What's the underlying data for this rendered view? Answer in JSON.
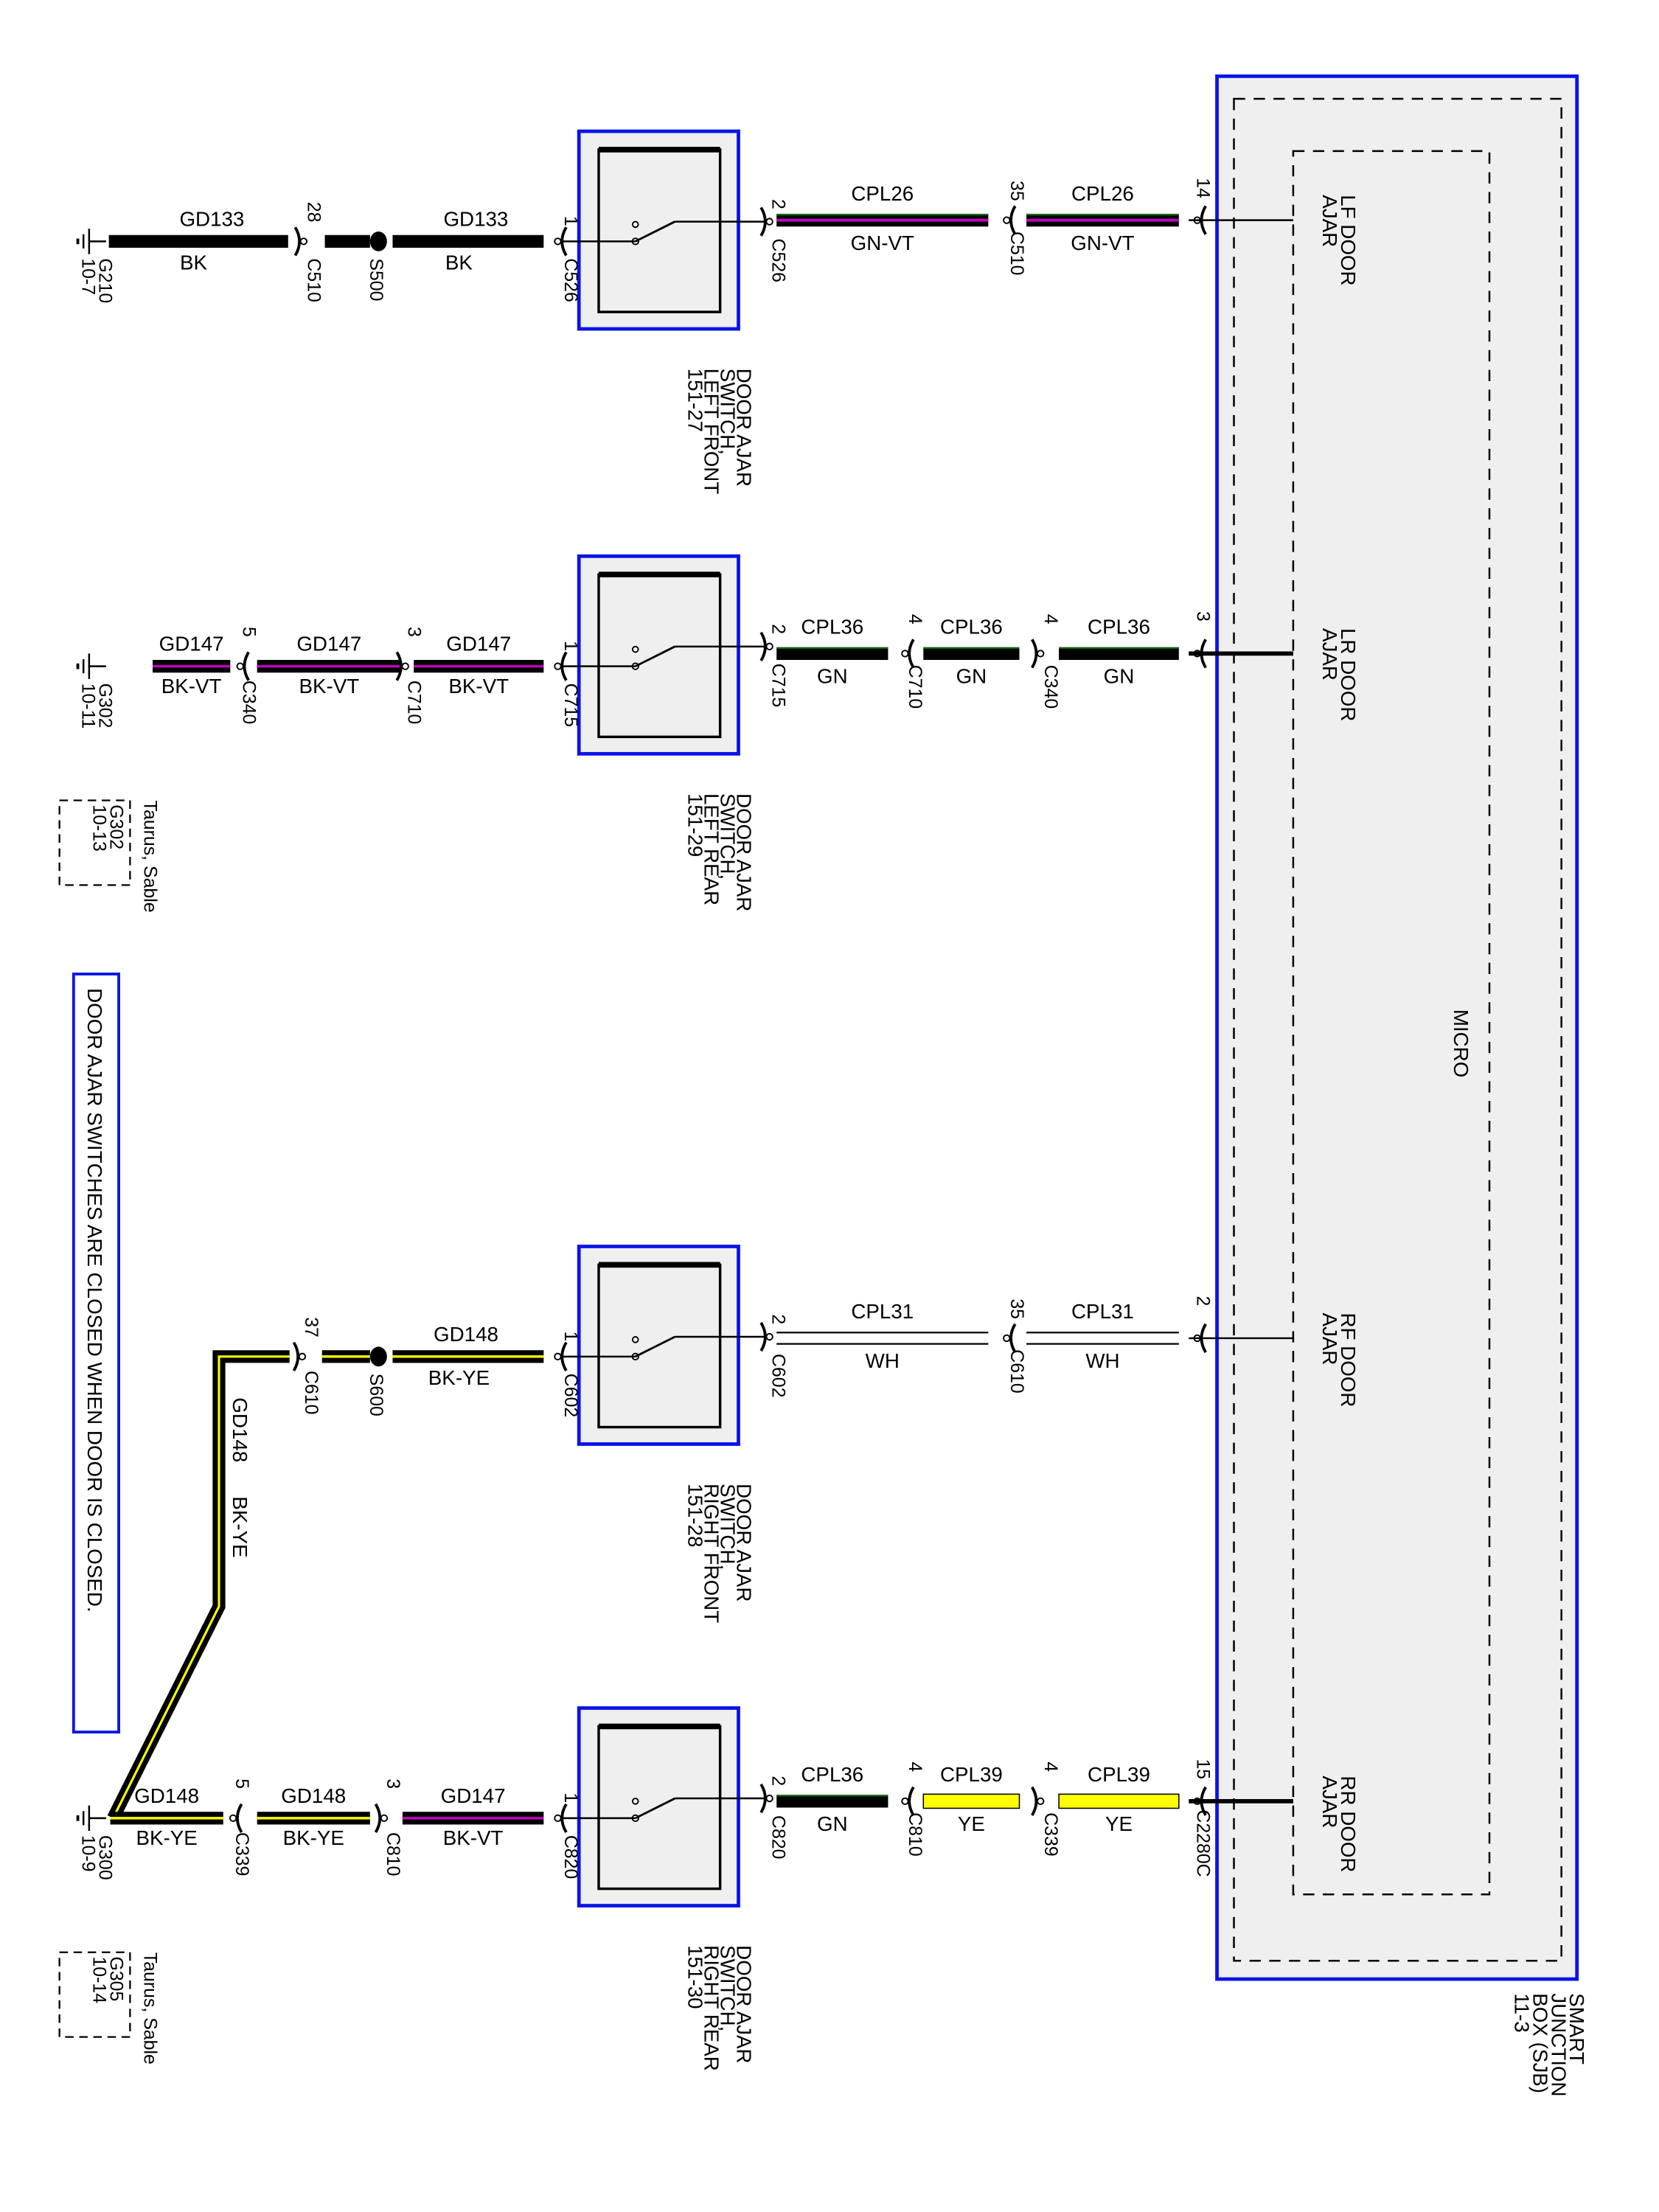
{
  "colors": {
    "module_border": "#0a14e6",
    "module_fill": "#efefef",
    "wire_black": "#000000",
    "violet": "#c000c0",
    "green": "#1a6b1a",
    "yellow": "#ffff00",
    "white": "#ffffff"
  },
  "sjb": {
    "name_lines": [
      "SMART",
      "JUNCTION",
      "BOX (SJB)",
      "11-3"
    ],
    "micro_label": "MICRO",
    "pins": [
      {
        "id": "lf",
        "label_lines": [
          "LF DOOR",
          "AJAR"
        ],
        "pin": "14"
      },
      {
        "id": "lr",
        "label_lines": [
          "LR  DOOR",
          "AJAR"
        ],
        "pin": "3"
      },
      {
        "id": "rf",
        "label_lines": [
          "RF DOOR",
          "AJAR"
        ],
        "pin": "2"
      },
      {
        "id": "rr",
        "label_lines": [
          "RR DOOR",
          "AJAR"
        ],
        "pin": "15"
      }
    ]
  },
  "note": "DOOR AJAR SWITCHES ARE CLOSED WHEN DOOR IS CLOSED.",
  "circuits": [
    {
      "id": "lf",
      "switch": {
        "label_lines": [
          "DOOR AJAR",
          "SWITCH,",
          "LEFT FRONT",
          "151-27"
        ],
        "pin_in": "1",
        "conn_in": "C526",
        "pin_out": "2",
        "conn_out": "C526"
      },
      "ground": {
        "name": "G210",
        "ref": "10-7"
      },
      "left_segments": [
        {
          "circuit": "GD133",
          "color": "BK",
          "stripe": null
        },
        {
          "circuit": "GD133",
          "color": "BK",
          "stripe": null
        }
      ],
      "left_connectors": [
        {
          "pin": "28",
          "name": "C510",
          "dir": "right"
        },
        {
          "splice": "S500"
        }
      ],
      "right_segments": [
        {
          "circuit": "CPL26",
          "color": "GN-VT"
        },
        {
          "circuit": "CPL26",
          "color": "GN-VT"
        }
      ],
      "right_connectors": [
        {
          "pin": "35",
          "name": "C510",
          "dir": "left"
        }
      ]
    },
    {
      "id": "lr",
      "switch": {
        "label_lines": [
          "DOOR AJAR",
          "SWITCH,",
          "LEFT REAR",
          "151-29"
        ],
        "pin_in": "1",
        "conn_in": "C715",
        "pin_out": "2",
        "conn_out": "C715"
      },
      "ground": {
        "name": "G302",
        "ref": "10-11"
      },
      "alt_ground": {
        "note": "Taurus, Sable",
        "name": "G302",
        "ref": "10-13"
      },
      "left_segments": [
        {
          "circuit": "GD147",
          "color": "BK-VT"
        },
        {
          "circuit": "GD147",
          "color": "BK-VT"
        },
        {
          "circuit": "GD147",
          "color": "BK-VT"
        }
      ],
      "left_connectors": [
        {
          "pin": "5",
          "name": "C340",
          "dir": "left"
        },
        {
          "pin": "3",
          "name": "C710",
          "dir": "right"
        }
      ],
      "right_segments": [
        {
          "circuit": "CPL36",
          "color": "GN"
        },
        {
          "circuit": "CPL36",
          "color": "GN"
        },
        {
          "circuit": "CPL36",
          "color": "GN"
        }
      ],
      "right_connectors": [
        {
          "pin": "4",
          "name": "C710",
          "dir": "left"
        },
        {
          "pin": "4",
          "name": "C340",
          "dir": "right"
        }
      ]
    },
    {
      "id": "rf",
      "switch": {
        "label_lines": [
          "DOOR AJAR",
          "SWITCH,",
          "RIGHT FRONT",
          "151-28"
        ],
        "pin_in": "1",
        "conn_in": "C602",
        "pin_out": "2",
        "conn_out": "C602"
      },
      "left_segments": [
        {
          "circuit": "GD148",
          "color": "BK-YE"
        },
        {
          "circuit": "GD148",
          "color": "BK-YE"
        }
      ],
      "left_connectors": [
        {
          "pin": "37",
          "name": "C610",
          "dir": "right"
        },
        {
          "splice": "S600"
        }
      ],
      "riser": {
        "circuit": "GD148",
        "color": "BK-YE"
      },
      "right_segments": [
        {
          "circuit": "CPL31",
          "color": "WH"
        },
        {
          "circuit": "CPL31",
          "color": "WH"
        }
      ],
      "right_connectors": [
        {
          "pin": "35",
          "name": "C610",
          "dir": "left"
        }
      ]
    },
    {
      "id": "rr",
      "switch": {
        "label_lines": [
          "DOOR AJAR",
          "SWITCH,",
          "RIGHT REAR",
          "151-30"
        ],
        "pin_in": "1",
        "conn_in": "C820",
        "pin_out": "2",
        "conn_out": "C820"
      },
      "ground": {
        "name": "G300",
        "ref": "10-9"
      },
      "alt_ground": {
        "note": "Taurus, Sable",
        "name": "G305",
        "ref": "10-14"
      },
      "left_segments": [
        {
          "circuit": "GD148",
          "color": "BK-YE"
        },
        {
          "circuit": "GD148",
          "color": "BK-YE"
        },
        {
          "circuit": "GD147",
          "color": "BK-VT"
        }
      ],
      "left_connectors": [
        {
          "pin": "5",
          "name": "C339",
          "dir": "left"
        },
        {
          "pin": "3",
          "name": "C810",
          "dir": "right"
        }
      ],
      "right_segments": [
        {
          "circuit": "CPL36",
          "color": "GN"
        },
        {
          "circuit": "CPL39",
          "color": "YE"
        },
        {
          "circuit": "CPL39",
          "color": "YE"
        }
      ],
      "right_connectors": [
        {
          "pin": "4",
          "name": "C810",
          "dir": "left"
        },
        {
          "pin": "4",
          "name": "C339",
          "dir": "right"
        }
      ],
      "sjb_connector": "C2280C"
    }
  ]
}
